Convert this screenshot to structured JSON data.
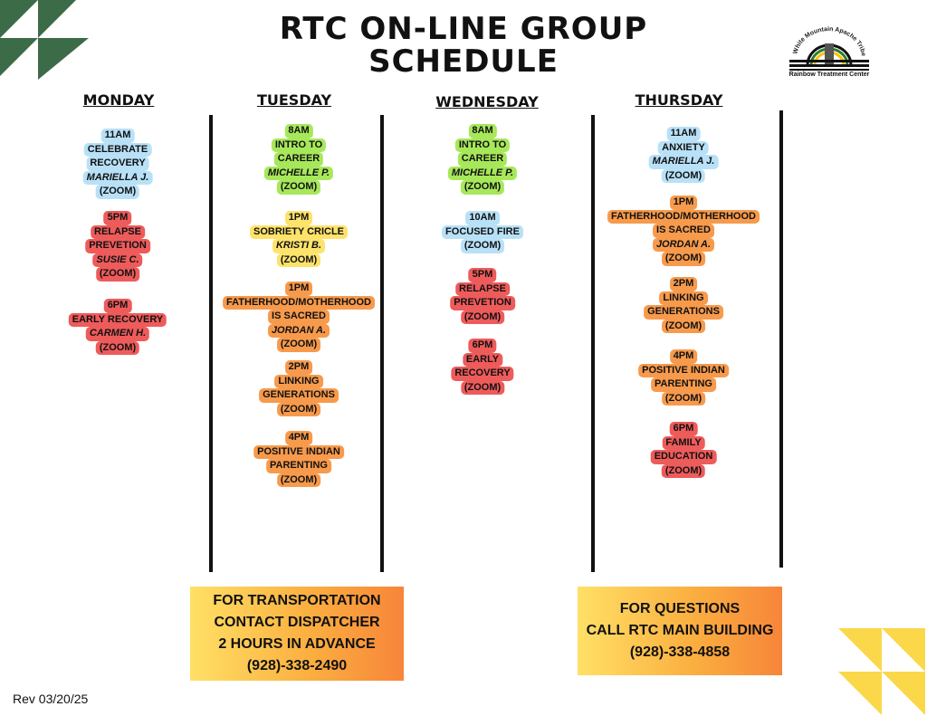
{
  "title": [
    "RTC ON-LINE GROUP",
    "SCHEDULE"
  ],
  "logo": {
    "arc_text": "White Mountain Apache Tribe",
    "name": "Rainbow Treatment Center",
    "icon": "rainbow-crown-dancer-icon"
  },
  "colors": {
    "blue": "#b8e1f7",
    "green": "#a7e85a",
    "yellow": "#fde36b",
    "orange": "#f79a4c",
    "red": "#ee5b5b",
    "deco_green": "#3c6b48",
    "deco_yellow": "#fbd84a"
  },
  "days": [
    {
      "name": "MONDAY",
      "sessions": [
        {
          "color": "blue",
          "lines": [
            "11AM",
            "CELEBRATE",
            "RECOVERY",
            "MARIELLA J.",
            "(ZOOM)"
          ],
          "italic": 3
        },
        {
          "color": "red",
          "lines": [
            "5PM",
            "RELAPSE",
            "PREVETION",
            "SUSIE C.",
            "(ZOOM)"
          ],
          "italic": 3
        },
        {
          "color": "red",
          "lines": [
            "6PM",
            "EARLY RECOVERY",
            "CARMEN H.",
            "(ZOOM)"
          ],
          "italic": 2
        }
      ]
    },
    {
      "name": "TUESDAY",
      "sessions": [
        {
          "color": "green",
          "lines": [
            "8AM",
            "INTRO TO",
            "CAREER",
            "MICHELLE P.",
            "(ZOOM)"
          ],
          "italic": 3
        },
        {
          "color": "yellow",
          "lines": [
            "1PM",
            "SOBRIETY CRICLE",
            "KRISTI B.",
            "(ZOOM)"
          ],
          "italic": 2
        },
        {
          "color": "orange",
          "lines": [
            "1PM",
            "FATHERHOOD/MOTHERHOOD",
            "IS SACRED",
            "JORDAN A.",
            "(ZOOM)"
          ],
          "italic": 3
        },
        {
          "color": "orange",
          "lines": [
            "2PM",
            "LINKING",
            "GENERATIONS",
            "(ZOOM)"
          ],
          "italic": -1
        },
        {
          "color": "orange",
          "lines": [
            "4PM",
            "POSITIVE INDIAN",
            "PARENTING",
            "(ZOOM)"
          ],
          "italic": -1
        }
      ]
    },
    {
      "name": "WEDNESDAY",
      "sessions": [
        {
          "color": "green",
          "lines": [
            "8AM",
            "INTRO TO",
            "CAREER",
            "MICHELLE P.",
            "(ZOOM)"
          ],
          "italic": 3
        },
        {
          "color": "blue",
          "lines": [
            "10AM",
            "FOCUSED FIRE",
            "(ZOOM)"
          ],
          "italic": -1
        },
        {
          "color": "red",
          "lines": [
            "5PM",
            "RELAPSE",
            "PREVETION",
            "(ZOOM)"
          ],
          "italic": -1
        },
        {
          "color": "red",
          "lines": [
            "6PM",
            "EARLY",
            "RECOVERY",
            "(ZOOM)"
          ],
          "italic": -1
        }
      ]
    },
    {
      "name": "THURSDAY",
      "sessions": [
        {
          "color": "blue",
          "lines": [
            "11AM",
            "ANXIETY",
            "MARIELLA J.",
            "(ZOOM)"
          ],
          "italic": 2
        },
        {
          "color": "orange",
          "lines": [
            "1PM",
            "FATHERHOOD/MOTHERHOOD",
            "IS SACRED",
            "JORDAN A.",
            "(ZOOM)"
          ],
          "italic": 3
        },
        {
          "color": "orange",
          "lines": [
            "2PM",
            "LINKING",
            "GENERATIONS",
            "(ZOOM)"
          ],
          "italic": -1
        },
        {
          "color": "orange",
          "lines": [
            "4PM",
            "POSITIVE INDIAN",
            "PARENTING",
            "(ZOOM)"
          ],
          "italic": -1
        },
        {
          "color": "red",
          "lines": [
            "6PM",
            "FAMILY",
            "EDUCATION",
            "(ZOOM)"
          ],
          "italic": -1
        }
      ]
    }
  ],
  "transport_box": [
    "FOR TRANSPORTATION",
    "CONTACT DISPATCHER",
    "2 HOURS IN ADVANCE",
    "(928)-338-2490"
  ],
  "questions_box": [
    "FOR QUESTIONS",
    "CALL RTC MAIN BUILDING",
    "(928)-338-4858"
  ],
  "revision": "Rev 03/20/25"
}
